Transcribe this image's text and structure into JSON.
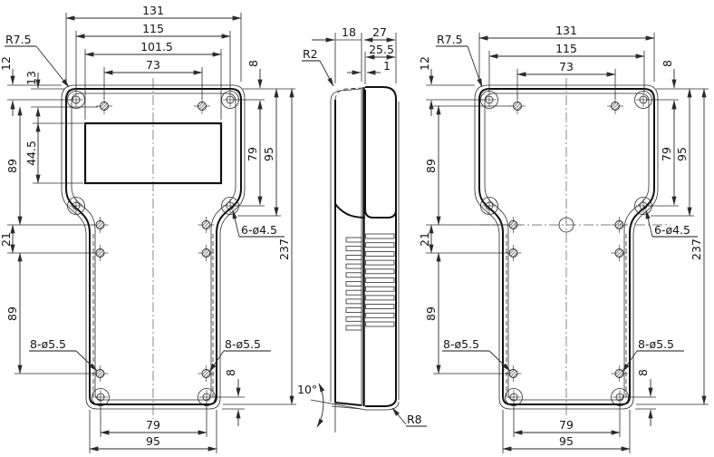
{
  "front_view": {
    "top_dims": {
      "overall_width": "131",
      "screw_span": "115",
      "screen_width": "101.5",
      "inner_hole_span": "73"
    },
    "left_dims": {
      "corner_radius": "R7.5",
      "edge_offset": "12",
      "hole_offset": "13",
      "upper_hole_span": "89",
      "screen_height": "44.5",
      "waist_hole_gap": "21",
      "lower_hole_span": "89"
    },
    "right_dims": {
      "top_hole_offset": "8",
      "vertical_screw_span": "79",
      "upper_section_height": "95",
      "small_hole_note": "6-ø4.5",
      "overall_height": "237",
      "bottom_hole_offset": "8"
    },
    "bottom_dims": {
      "hole_span": "79",
      "bottom_width": "95",
      "large_hole_note_left": "8-ø5.5",
      "large_hole_note_right": "8-ø5.5"
    }
  },
  "side_view": {
    "dims": {
      "back_depth": "18",
      "front_depth": "27",
      "inner_depth": "25.5",
      "lip_width": "1",
      "top_corner_radius": "R2",
      "draft_angle": "10°",
      "bottom_corner_radius": "R8"
    }
  },
  "back_view": {
    "top_dims": {
      "overall_width": "131",
      "screw_span": "115",
      "inner_hole_span": "73"
    },
    "left_dims": {
      "corner_radius": "R7.5",
      "edge_offset": "12",
      "upper_hole_span": "89",
      "waist_hole_gap": "21",
      "lower_hole_span": "89"
    },
    "right_dims": {
      "top_hole_offset": "8",
      "vertical_screw_span": "79",
      "upper_section_height": "95",
      "small_hole_note": "6-ø4.5",
      "overall_height": "237",
      "bottom_hole_offset": "8"
    },
    "bottom_dims": {
      "hole_span": "79",
      "bottom_width": "95",
      "large_hole_note_left": "8-ø5.5",
      "large_hole_note_right": "8-ø5.5"
    }
  }
}
